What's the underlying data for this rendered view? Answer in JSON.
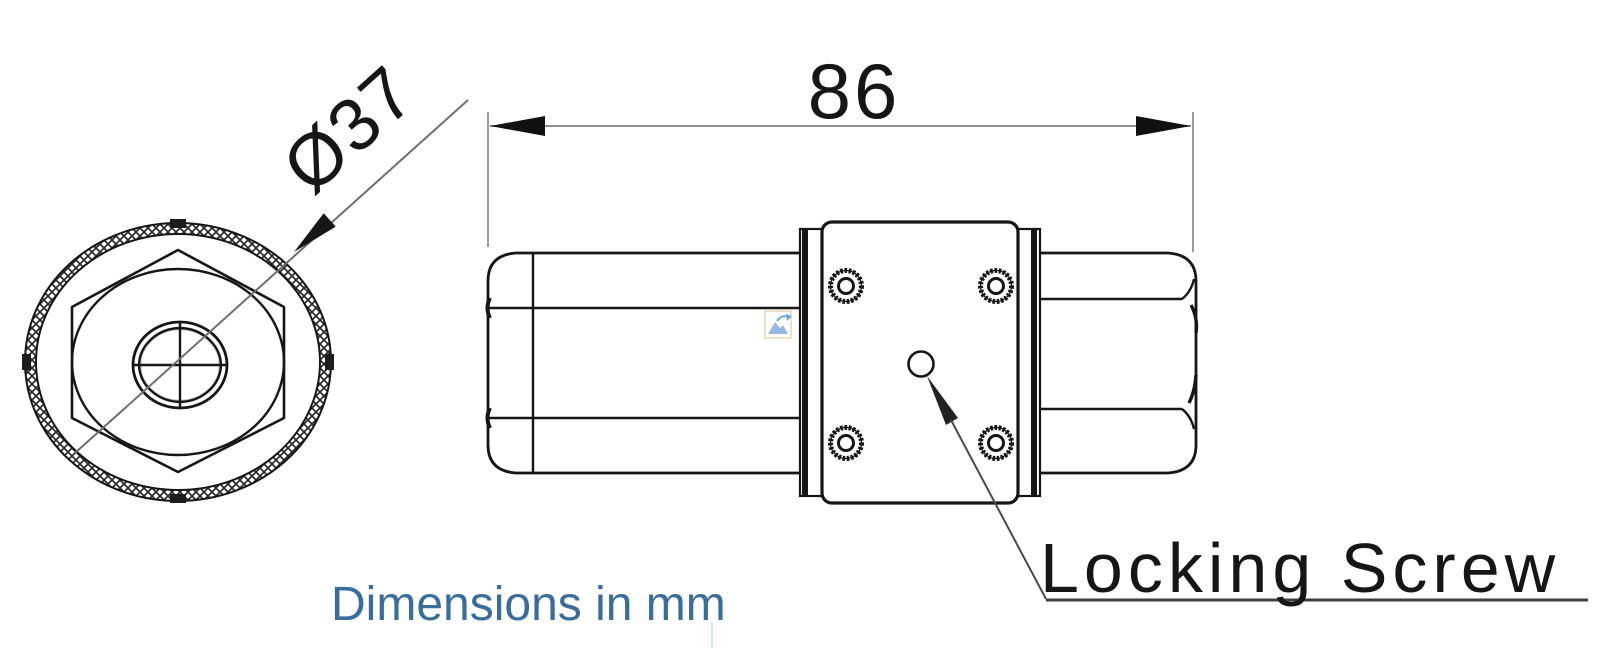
{
  "drawing": {
    "title": "Valve coupling 2-view dimension drawing",
    "diameter_label": "Ø37",
    "length_label": "86",
    "callout_label": "Locking Screw",
    "note_text": "Dimensions in mm"
  },
  "colors": {
    "line_black": "#161616",
    "dim_gray": "#8f8f8f",
    "leader_gray": "#4a4a4a",
    "note_blue": "#386d9e",
    "caret_cyan": "#cdeef1",
    "icon_blue": "#6fa8dc"
  },
  "icons": {
    "image_placeholder": "broken-image-icon"
  }
}
